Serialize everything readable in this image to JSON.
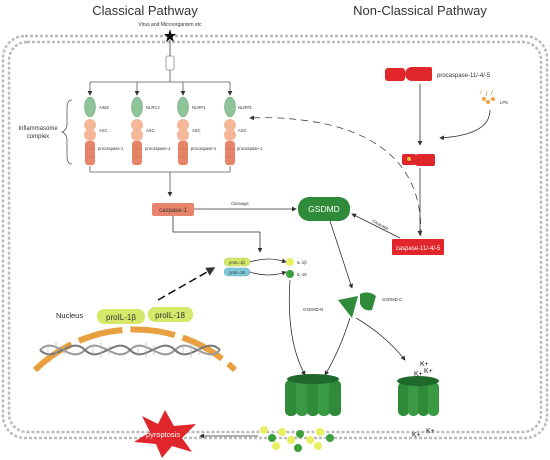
{
  "titles": {
    "classical": "Classical Pathway",
    "non_classical": "Non-Classical Pathway"
  },
  "trigger_label": "Virus and Microorganism etc",
  "inflammasome": {
    "complex_label_line1": "Inflammasome",
    "complex_label_line2": "complex",
    "sensors": [
      "AIM2",
      "NLRC4",
      "NLRP1",
      "NLRP3"
    ],
    "adaptor": "ASC",
    "effector": "procaspase-1"
  },
  "caspase1": "caspase-1",
  "cleavage_left": "Cleavage",
  "cleavage_right": "Cleavage",
  "gsdmd": "GSDMD",
  "gsdmd_n": "GSDMD-N",
  "gsdmd_c": "GSDMD-C",
  "procaspase_11": "procaspase-11/-4/-5",
  "lps": "LPS",
  "caspase_11": "caspase-11/-4/-5",
  "pro_il_small": [
    "proIL-1β",
    "proIL-18"
  ],
  "mature_il": [
    "IL-1β",
    "IL-18"
  ],
  "nucleus_label": "Nucleus",
  "nucleus_proil": [
    "proIL-1β",
    "proIL-18"
  ],
  "potassium": [
    "K+",
    "K+",
    "K+",
    "K+",
    "K+"
  ],
  "pyroptosis": "pyroptosis",
  "colors": {
    "membrane": "#c8c8c8",
    "caspase_salmon": "#e8846a",
    "gsdmd_green": "#2f8a3a",
    "red": "#e0262a",
    "nucleus_orange": "#e8a040",
    "proil_yellow": "#d6e86a",
    "proil_teal": "#7ec8d8",
    "il_green": "#3aa03a",
    "sensor_green": "#8fc49a",
    "asc_peach": "#f4b898"
  }
}
